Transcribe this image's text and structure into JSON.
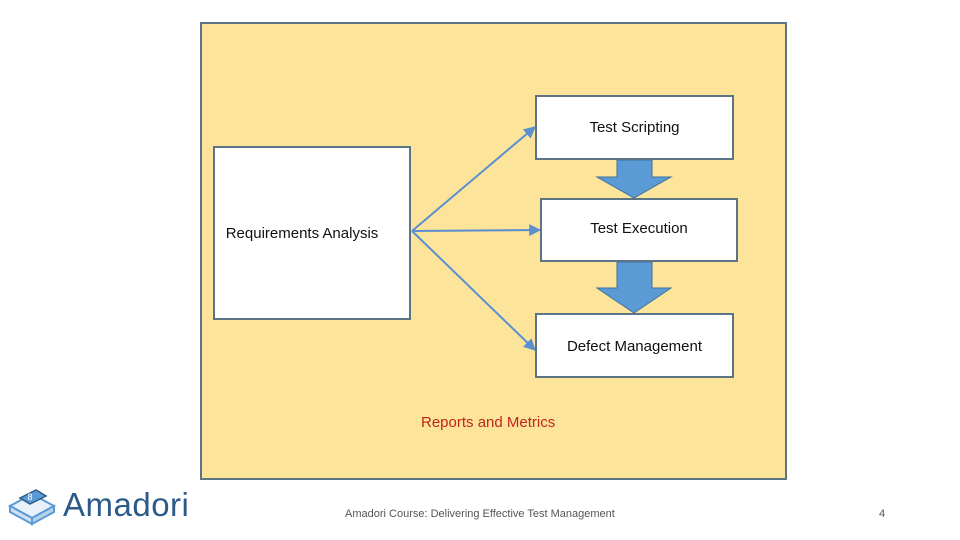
{
  "diagram": {
    "nodes": {
      "requirements": "Requirements Analysis",
      "scripting": "Test Scripting",
      "execution": "Test Execution",
      "defect": "Defect Management"
    },
    "reports_label": "Reports and Metrics"
  },
  "footer": {
    "logo_text": "Amadori",
    "course_title": "Amadori Course: Delivering Effective Test Management",
    "page_number": "4"
  },
  "colors": {
    "panel_fill": "#fde49b",
    "panel_border": "#5d7386",
    "connector": "#5b8fcf",
    "flow_arrow": "#5b9bd5",
    "reports_text": "#c0261c",
    "logo_text": "#2c5b8a"
  }
}
